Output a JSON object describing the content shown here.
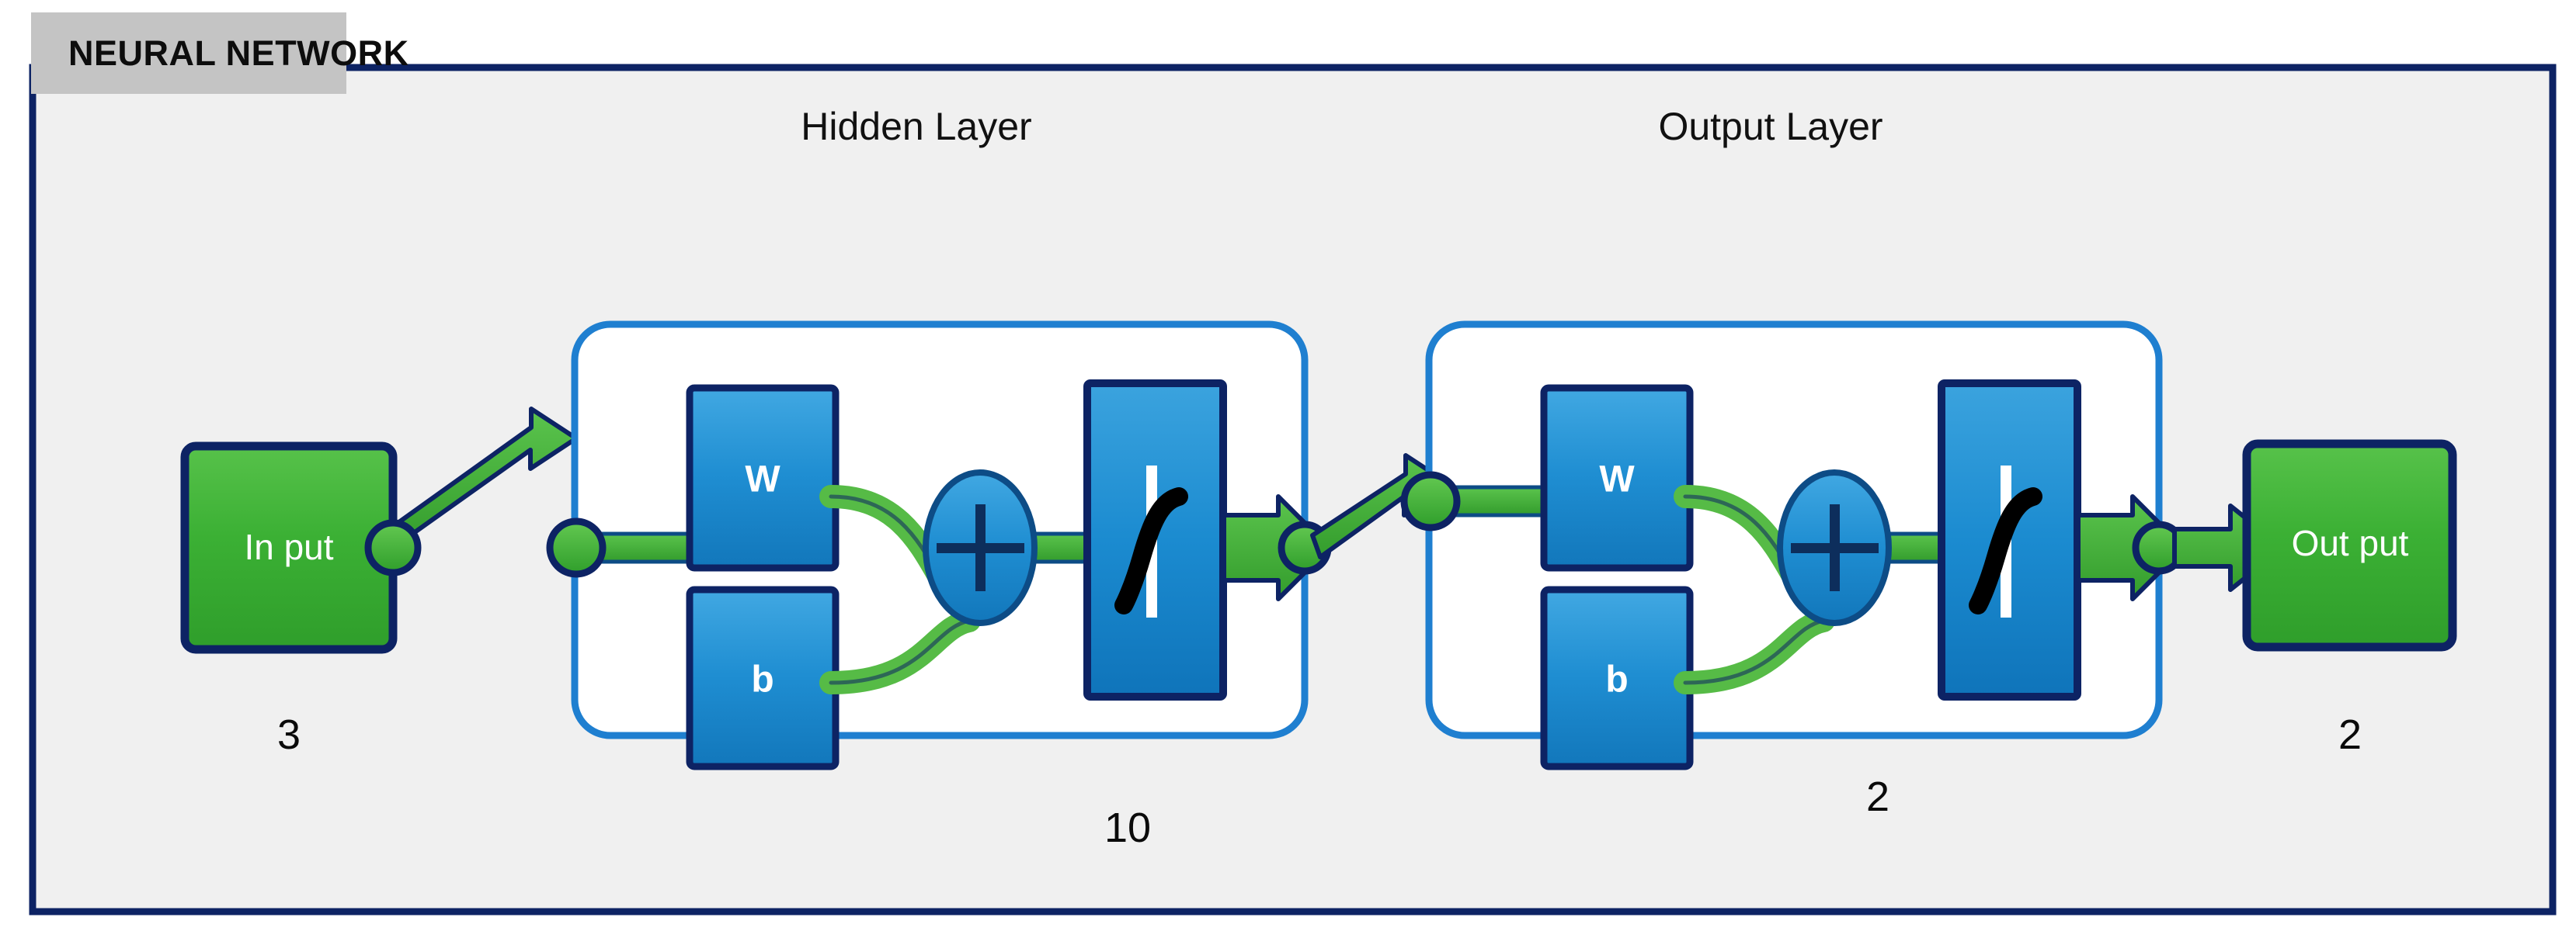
{
  "panel": {
    "title": "NEURAL NETWORK",
    "background_color": "#f0f0f0",
    "border_color": "#0d2364",
    "title_chip_color": "#c4c4c4"
  },
  "colors": {
    "green_fill": "#3cb034",
    "green_light": "#57c24a",
    "green_dark": "#2e9a2a",
    "blue_fill": "#1b87ce",
    "blue_light": "#3ca6e0",
    "navy_outline": "#123370",
    "layer_box_border": "#1f7fd0",
    "layer_box_fill": "#ffffff",
    "curve_green": "#56bb46",
    "text_dark": "#111111",
    "text_white": "#ffffff"
  },
  "input_block": {
    "label": "In put",
    "count": "3"
  },
  "hidden_layer": {
    "title": "Hidden Layer",
    "weight_label": "W",
    "bias_label": "b",
    "sum_label": "+",
    "transfer_icon": "sigmoid-icon",
    "count": "10"
  },
  "output_layer": {
    "title": "Output Layer",
    "weight_label": "W",
    "bias_label": "b",
    "sum_label": "+",
    "transfer_icon": "sigmoid-icon",
    "count": "2"
  },
  "output_block": {
    "label": "Out put",
    "count": "2"
  },
  "diagram_meta": {
    "type": "neural-network-architecture",
    "layers": [
      "Input",
      "Hidden Layer",
      "Output Layer",
      "Output"
    ],
    "layer_sizes": [
      "3",
      "10",
      "2",
      "2"
    ]
  }
}
